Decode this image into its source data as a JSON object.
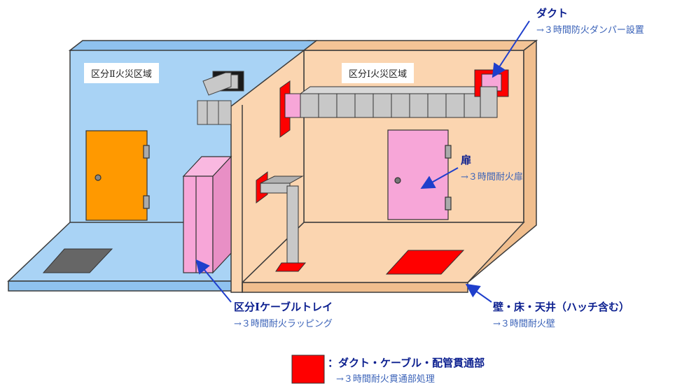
{
  "rooms": {
    "left": "区分Ⅱ火災区域",
    "right": "区分Ⅰ火災区域"
  },
  "callouts": {
    "duct": {
      "title": "ダクト",
      "sub": "→３時間防火ダンパー設置"
    },
    "door": {
      "title": "扉",
      "sub": "→３時間耐火扉"
    },
    "tray": {
      "title": "区分Ⅰケーブルトレイ",
      "sub": "→３時間耐火ラッピング"
    },
    "wall": {
      "title": "壁・床・天井（ハッチ含む）",
      "sub": "→３時間耐火壁"
    }
  },
  "legend": {
    "title": "：ダクト・ケーブル・配管貫通部",
    "sub": "→３時間耐火貫通部処理",
    "swatch_color": "#ff0000"
  },
  "colors": {
    "room_left": "#a9d3f5",
    "room_right": "#fbd5b0",
    "penetration": "#ff0000",
    "wrapping": "#f7a6d8",
    "duct": "#c8c8c8",
    "door_left": "#ff9900",
    "door_right": "#f7a6d8",
    "arrow": "#1f3fcc"
  }
}
